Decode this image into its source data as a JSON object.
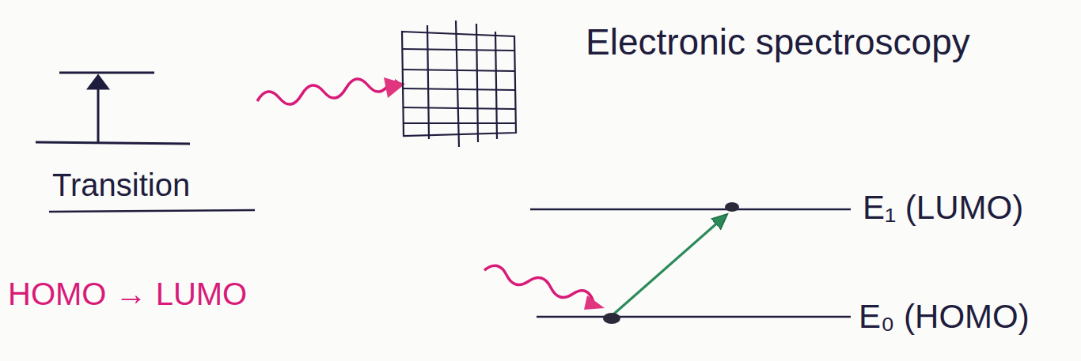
{
  "diagram": {
    "title": "Electronic spectroscopy",
    "labels": [
      "Transition",
      "HOMO → LUMO",
      "E₁ (LUMO)",
      "E₀ (HOMO)"
    ]
  }
}
